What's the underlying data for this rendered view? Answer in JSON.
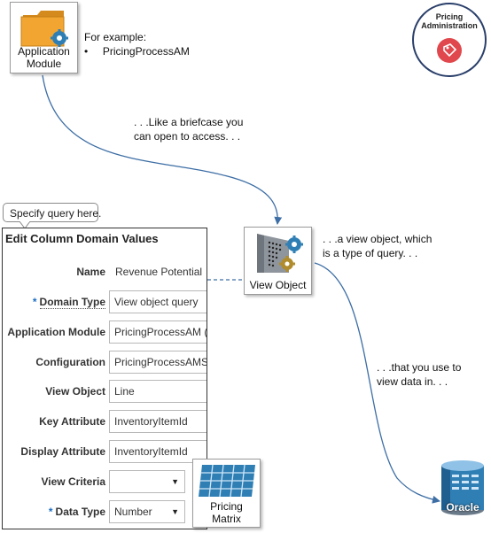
{
  "application_module": {
    "label_line1": "Application",
    "label_line2": "Module",
    "example_heading": "For example:",
    "example_bullet": "•",
    "example_item": "PricingProcessAM"
  },
  "badge": {
    "line1": "Pricing",
    "line2": "Administration"
  },
  "notes": {
    "briefcase_line1": ". . .Like a briefcase  you",
    "briefcase_line2": "can open to access. . .",
    "view_object_line1": ". . .a view  object, which",
    "view_object_line2": "is a type of query. . .",
    "data_line1": ". . .that you use to",
    "data_line2": "view data in. . ."
  },
  "view_object": {
    "label": "View Object"
  },
  "pricing_matrix": {
    "label_line1": "Pricing",
    "label_line2": "Matrix"
  },
  "oracle": {
    "label": "Oracle"
  },
  "callout": {
    "text": "Specify query here."
  },
  "form": {
    "title": "Edit Column Domain Values",
    "required_marker": "*",
    "rows": [
      {
        "label": "Name",
        "value": "Revenue Potential"
      },
      {
        "label": "Domain Type",
        "value": "View object query"
      },
      {
        "label": "Application Module",
        "value": "PricingProcessAM (o"
      },
      {
        "label": "Configuration",
        "value": "PricingProcessAMSh"
      },
      {
        "label": "View Object",
        "value": "Line"
      },
      {
        "label": "Key Attribute",
        "value": "InventoryItemId"
      },
      {
        "label": "Display Attribute",
        "value": "InventoryItemId"
      },
      {
        "label": "View Criteria",
        "value": ""
      },
      {
        "label": "Data Type",
        "value": "Number"
      }
    ],
    "caret": "▼"
  },
  "colors": {
    "arrow": "#3d6ea5",
    "folder": "#f2a531",
    "gear": "#2f7fb5",
    "badge_ring": "#2a3f6a",
    "badge_icon": "#e0484d",
    "required": "#1b6ec2"
  }
}
